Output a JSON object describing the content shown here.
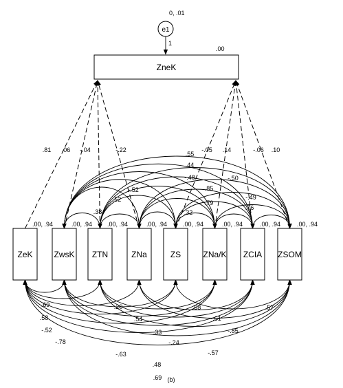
{
  "error_term": {
    "label": "e1",
    "variance": "0, .01",
    "path_weight": "1"
  },
  "outcome": {
    "label": "ZneK",
    "intercept": ".00"
  },
  "predictors": [
    {
      "label": "ZeK",
      "stats": ".00, .94"
    },
    {
      "label": "ZwsK",
      "stats": ".00, .94"
    },
    {
      "label": "ZTN",
      "stats": ".00, .94"
    },
    {
      "label": "ZNa",
      "stats": ".00, .94"
    },
    {
      "label": "ZS",
      "stats": ".00, .94"
    },
    {
      "label": "ZNa/K",
      "stats": ".00, .94"
    },
    {
      "label": "ZCIA",
      "stats": ".00, .94"
    },
    {
      "label": "ZSOM",
      "stats": ".00, .94"
    }
  ],
  "regression_weights": [
    ".81",
    ".06",
    "-.04",
    "-.22",
    "-.05",
    ".14",
    "-.06",
    ".10"
  ],
  "top_covariances": [
    ".55",
    ".44",
    "-.48",
    "-.50",
    "-.52",
    ".85",
    "-.49",
    ".52",
    ".79",
    ".76",
    ".38",
    ".32"
  ],
  "bottom_covariances": [
    ".69",
    ".58",
    "-.52",
    "-.78",
    "-.63",
    ".48",
    ".69",
    ".20",
    ".54",
    ".33",
    "-.24",
    ".58",
    "-.61",
    ".57",
    "-.85",
    "-.57"
  ],
  "caption": "(b)"
}
